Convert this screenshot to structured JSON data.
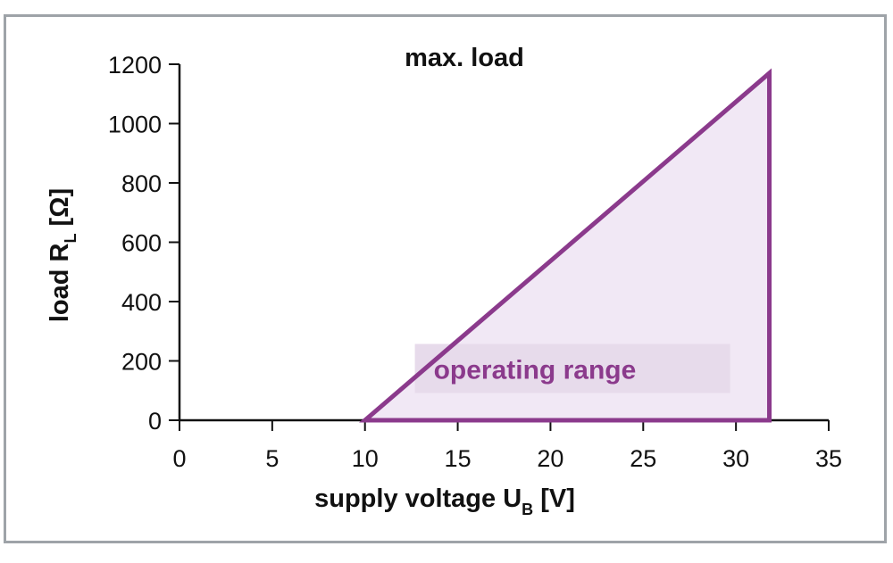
{
  "chart_data": {
    "type": "area",
    "title": "max. load",
    "xlabel": {
      "main": "supply voltage  U",
      "sub": "B",
      "unit": " [V]"
    },
    "ylabel": {
      "main": "load R",
      "sub": "L",
      "unit": " [Ω]"
    },
    "xlim": [
      0,
      35
    ],
    "ylim": [
      0,
      1200
    ],
    "xticks": [
      0,
      5,
      10,
      15,
      20,
      25,
      30,
      35
    ],
    "yticks": [
      0,
      200,
      400,
      600,
      800,
      1000,
      1200
    ],
    "grid": false,
    "series": [
      {
        "name": "operating range",
        "x": [
          10,
          31.8,
          31.8,
          10
        ],
        "y": [
          0,
          1170,
          0,
          0
        ]
      }
    ],
    "annotations": [
      {
        "text": "operating range",
        "x": 21.5,
        "y": 185
      }
    ],
    "colors": {
      "boundary": "#8b3a8c",
      "fill": "#f1e8f5",
      "label_box": "#e7dbeb",
      "label_text": "#8b3a8c",
      "axis": "#111111",
      "frame": "#9ea3a8"
    }
  }
}
